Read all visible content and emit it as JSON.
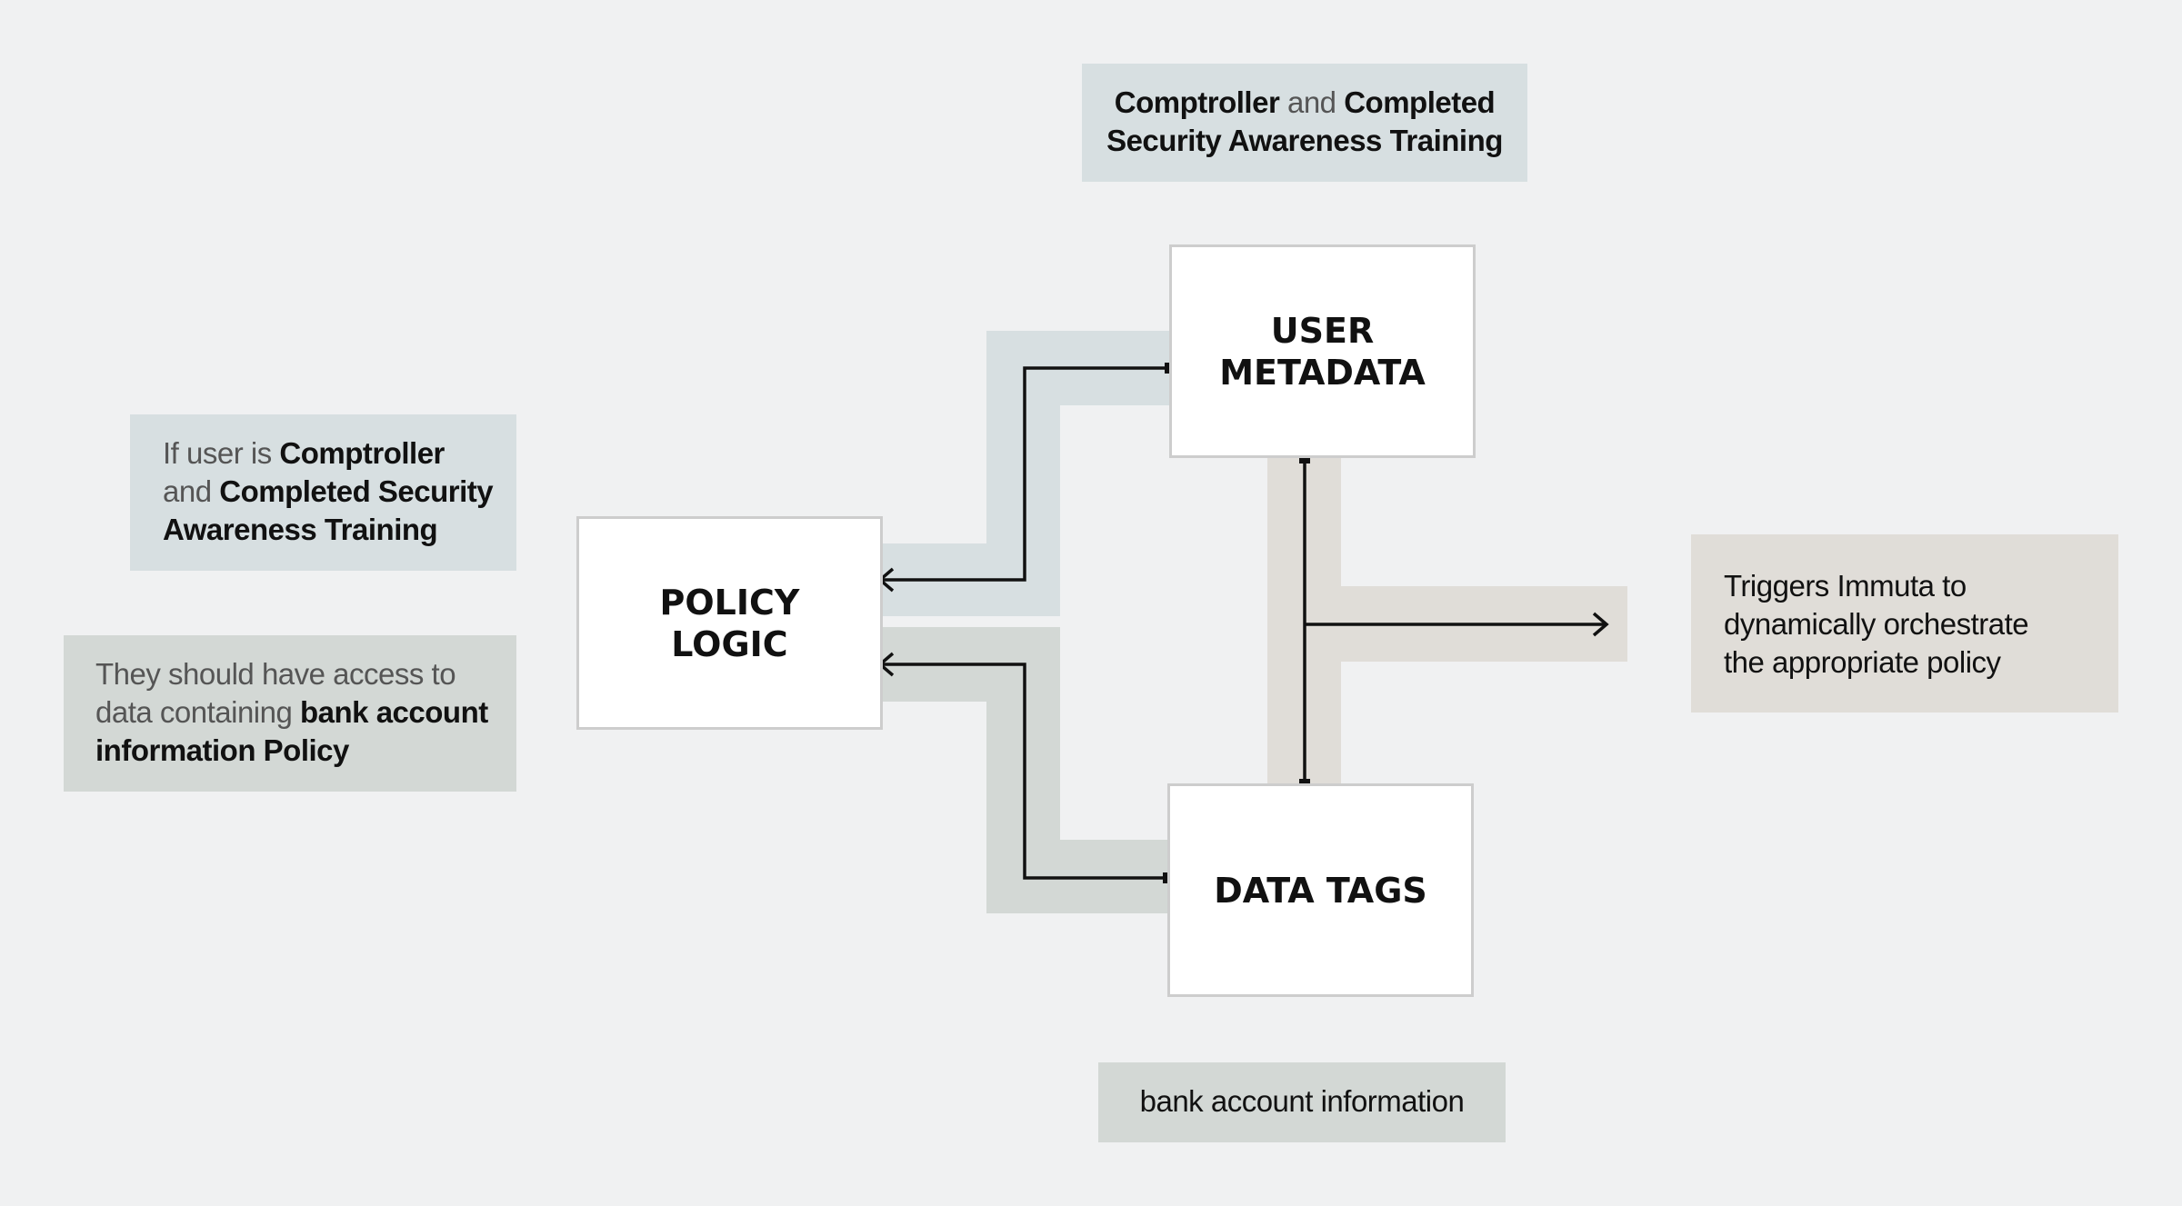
{
  "colors": {
    "background": "#f0f1f2",
    "blue_gray_band": "#d7dfe1",
    "green_gray_band": "#d3d8d5",
    "warm_gray_band": "#e0ddd8",
    "node_fill": "#ffffff",
    "node_border": "#cdcdcd",
    "line": "#111111"
  },
  "nodes": {
    "user_metadata": {
      "line1": "USER",
      "line2": "METADATA"
    },
    "policy_logic": {
      "line1": "POLICY",
      "line2": "LOGIC"
    },
    "data_tags": {
      "line1": "DATA TAGS"
    }
  },
  "callouts": {
    "top": {
      "part1": "Comptroller",
      "part2": " and ",
      "part3": "Completed",
      "part4": "Security Awareness Training"
    },
    "if_user": {
      "part1": "If user is ",
      "part2": "Comptroller",
      "part3": "and ",
      "part4": "Completed Security",
      "part5": "Awareness Training"
    },
    "access": {
      "part1": "They should have access to",
      "part2": "data containing ",
      "part3": "bank account",
      "part4": "information Policy"
    },
    "triggers": {
      "line1": "Triggers Immuta to",
      "line2": "dynamically orchestrate",
      "line3": "the appropriate policy"
    },
    "bottom": {
      "text": "bank account information"
    }
  }
}
